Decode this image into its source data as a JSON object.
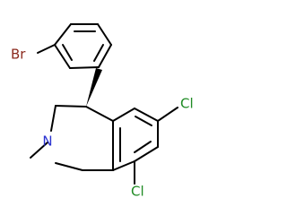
{
  "molecule": {
    "atoms": {
      "br": {
        "label": "Br",
        "color": "#8b2a1e"
      },
      "cl6": {
        "label": "Cl",
        "color": "#1f8b24"
      },
      "cl8": {
        "label": "Cl",
        "color": "#1f8b24"
      },
      "n": {
        "label": "N",
        "color": "#2b33d1"
      }
    },
    "bond_color": "#000000",
    "background": "#ffffff"
  }
}
